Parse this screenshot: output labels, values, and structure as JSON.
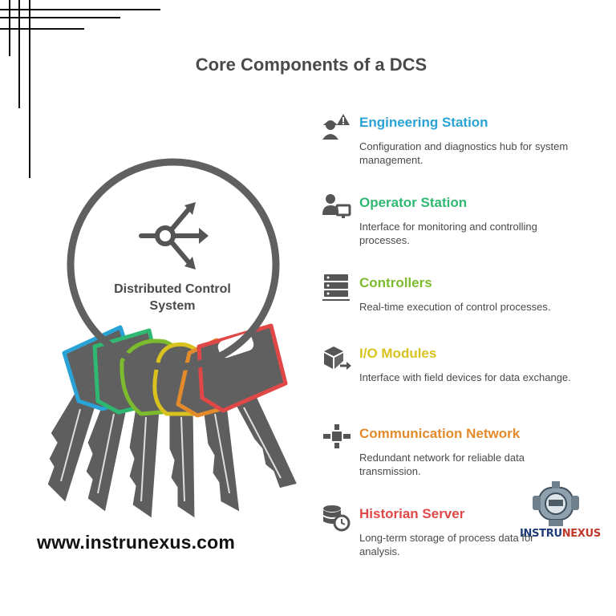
{
  "title": "Core Components of a DCS",
  "center_label": "Distributed Control System",
  "website": "www.instrunexus.com",
  "logo": {
    "part1": "INSTRU",
    "part2": "NEXUS",
    "color1": "#1f3c78",
    "color2": "#c0392b"
  },
  "components": [
    {
      "title": "Engineering Station",
      "desc": "Configuration and diagnostics hub for system management.",
      "color": "#29a3d6",
      "icon": "engineer-warning-icon"
    },
    {
      "title": "Operator Station",
      "desc": "Interface for monitoring and controlling processes.",
      "color": "#2fb872",
      "icon": "operator-monitor-icon"
    },
    {
      "title": "Controllers",
      "desc": "Real-time execution of control processes.",
      "color": "#7dbb2e",
      "icon": "server-rack-icon"
    },
    {
      "title": "I/O Modules",
      "desc": "Interface with field devices for data exchange.",
      "color": "#d9c21f",
      "icon": "box-arrow-icon"
    },
    {
      "title": "Communication Network",
      "desc": "Redundant network for reliable data transmission.",
      "color": "#e38b2c",
      "icon": "network-hub-icon"
    },
    {
      "title": "Historian Server",
      "desc": "Long-term storage of process data for analysis.",
      "color": "#e04848",
      "icon": "database-clock-icon"
    }
  ]
}
